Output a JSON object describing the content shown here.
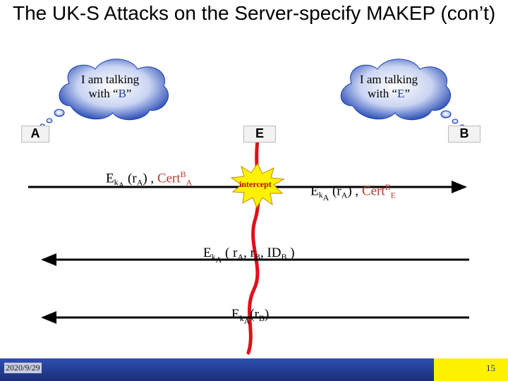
{
  "title": "The UK-S Attacks on the Server-specify MAKEP (con’t)",
  "entities": {
    "a": "A",
    "e": "E",
    "b": "B"
  },
  "thoughts": {
    "left": {
      "line1": "I am talking",
      "prefix": "with “",
      "who": "B",
      "suffix": "”"
    },
    "right": {
      "line1": "I am talking",
      "prefix": "with “",
      "who": "E",
      "suffix": "”"
    }
  },
  "intercept_label": "intercept",
  "messages": {
    "m1": {
      "E": "E",
      "k": "k",
      "ksub": "A",
      "open": "(r",
      "rsub": "A",
      "close": ") ,",
      "cert": "Cert",
      "csup": "B",
      "csub": "A"
    },
    "m2": {
      "E": "E",
      "k": "k",
      "ksub": "A",
      "open": "(r",
      "rsub": "A",
      "close": ") ,",
      "cert": "Cert",
      "csup": "B",
      "csub": "E"
    },
    "m3": {
      "E": "E",
      "k": "k",
      "ksub": "A",
      "open": "( r",
      "rsub1": "A",
      "sep1": ", r",
      "rsub2": "B",
      "sep2": ", ID",
      "idsub": "B",
      "close": ")"
    },
    "m4": {
      "E": "E",
      "k": "k",
      "ksub": "A",
      "open": "(r",
      "rsub": "B",
      "close": ")"
    }
  },
  "footer": {
    "date": "2020/9/29",
    "page": "15"
  },
  "colors": {
    "lifeline": "#e0101a",
    "arrow": "#000000",
    "cloud": "#1a3fb0",
    "burst": "#fff200",
    "footer": "#2f4fb0"
  }
}
